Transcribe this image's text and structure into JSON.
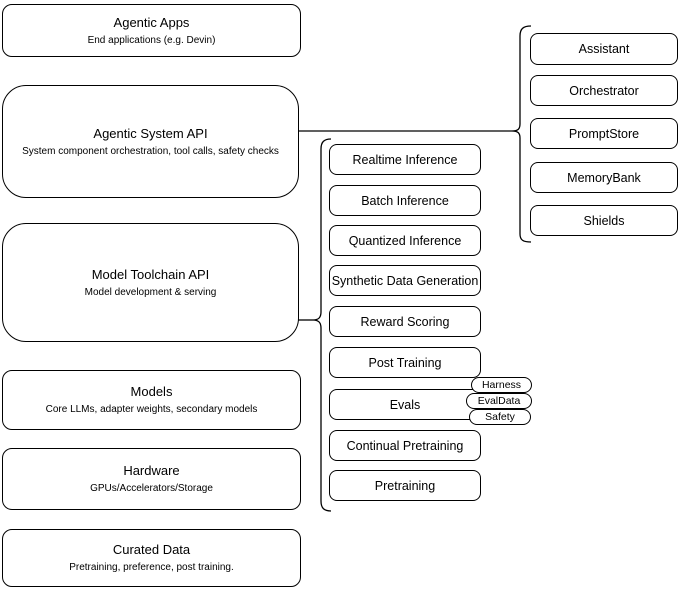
{
  "diagram": {
    "left_stack": [
      {
        "title": "Agentic Apps",
        "subtitle": "End applications (e.g. Devin)"
      },
      {
        "title": "Agentic System API",
        "subtitle": "System component orchestration, tool calls, safety checks"
      },
      {
        "title": "Model Toolchain API",
        "subtitle": "Model development & serving"
      },
      {
        "title": "Models",
        "subtitle": "Core LLMs, adapter weights, secondary models"
      },
      {
        "title": "Hardware",
        "subtitle": "GPUs/Accelerators/Storage"
      },
      {
        "title": "Curated Data",
        "subtitle": "Pretraining, preference, post training."
      }
    ],
    "toolchain_items": [
      "Realtime Inference",
      "Batch Inference",
      "Quantized Inference",
      "Synthetic Data Generation",
      "Reward Scoring",
      "Post Training",
      "Evals",
      "Continual Pretraining",
      "Pretraining"
    ],
    "eval_tags": [
      "Harness",
      "EvalData",
      "Safety"
    ],
    "system_components": [
      "Assistant",
      "Orchestrator",
      "PromptStore",
      "MemoryBank",
      "Shields"
    ],
    "colors": {
      "stroke": "#000000",
      "background": "#ffffff"
    }
  }
}
